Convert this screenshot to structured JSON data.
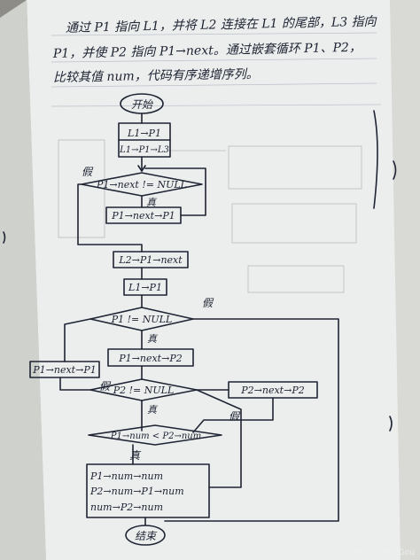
{
  "note": {
    "line1": "通过 P1 指向 L1，并将 L2 连接在 L1 的尾部，L3 指向",
    "line2": "P1，并使 P2 指向 P1→next。通过嵌套循环 P1、P2，",
    "line3": "比较其值 num，代码有序递增序列。"
  },
  "flow": {
    "start": "开始",
    "init_1": "L1→P1",
    "init_2": "L1→P1→L3",
    "cond_tail": "P1→next != NULL",
    "advance_tail": "P1→next→P1",
    "link": "L2→P1→next",
    "reset": "L1→P1",
    "cond_outer": "P1 != NULL",
    "set_p2": "P1→next→P2",
    "advance_outer": "P1→next→P1",
    "cond_inner": "P2 != NULL",
    "advance_inner": "P2→next→P2",
    "compare": "P1→num < P2→num",
    "swap_1": "P1→num→num",
    "swap_2": "P2→num→P1→num",
    "swap_3": "num→P2→num",
    "end": "结束",
    "label_yes": "真",
    "label_no": "假"
  },
  "watermark": "CSDN @XING_Gou"
}
